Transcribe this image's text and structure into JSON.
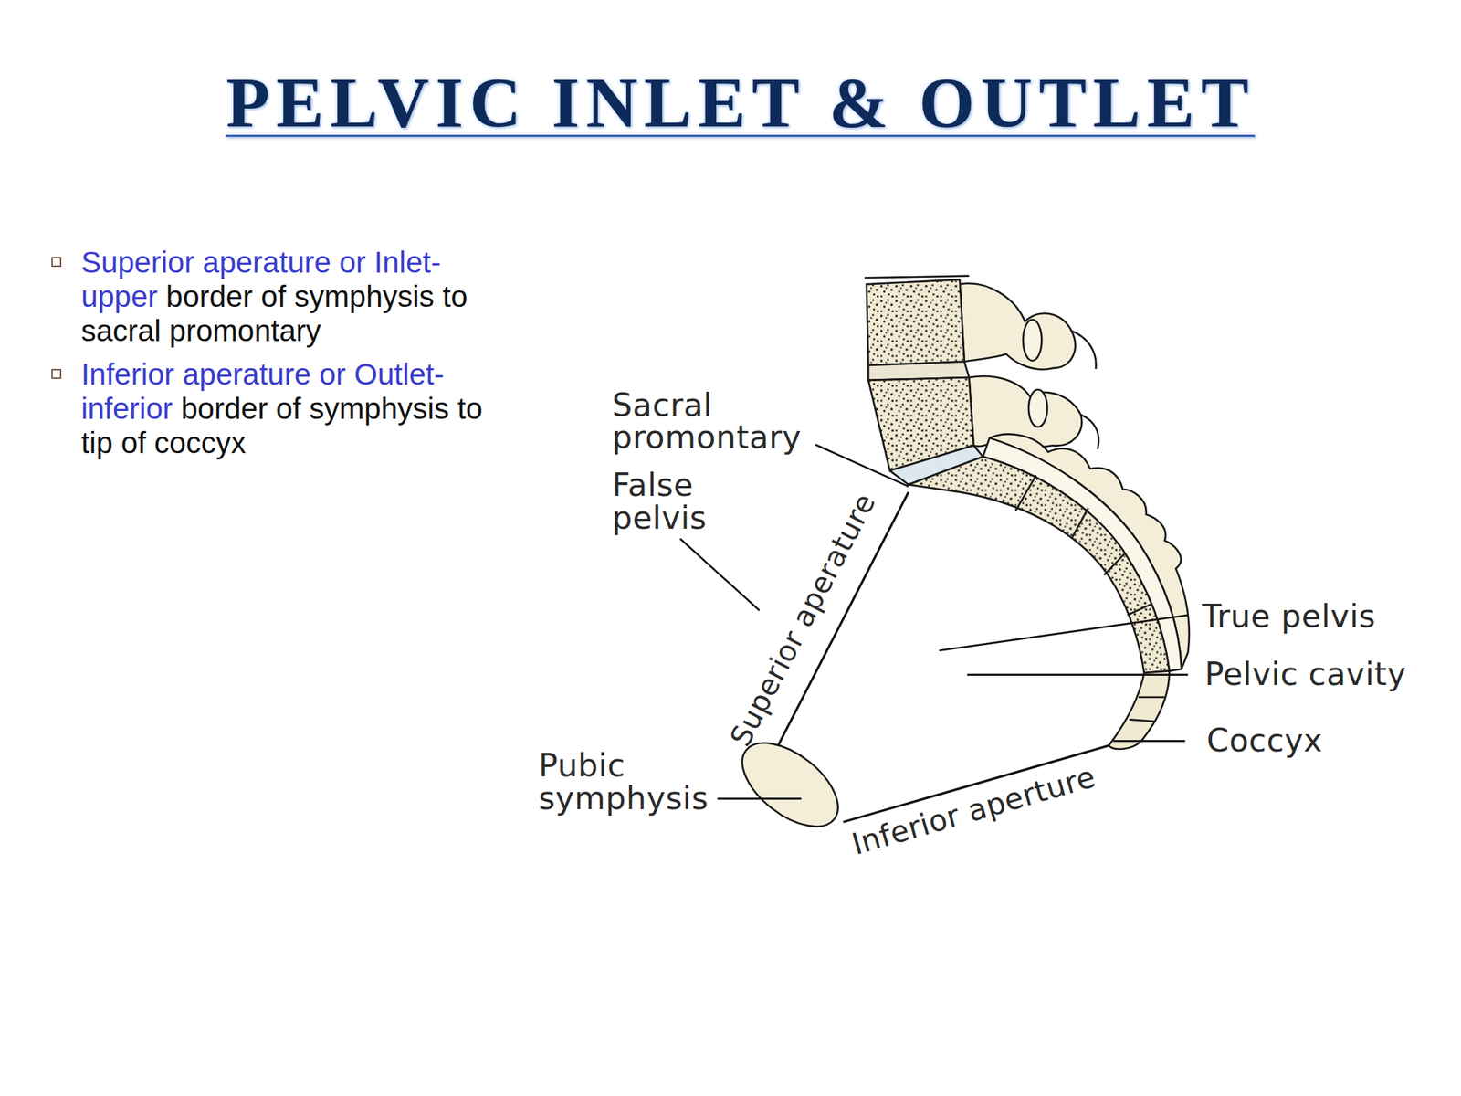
{
  "diagram": {
    "title": "PELVIC INLET & OUTLET",
    "labels": [
      "Superior aperature or Inlet-",
      "upper",
      "border of symphysis to sacral promontary",
      "Inferior aperature or Outlet-",
      "inferior",
      "border of symphysis to tip of coccyx",
      "Sacral promontary",
      "False pelvis",
      "Superior aperature",
      "True pelvis",
      "Pelvic cavity",
      "Coccyx",
      "Pubic symphysis",
      "Inferior aperture"
    ]
  }
}
